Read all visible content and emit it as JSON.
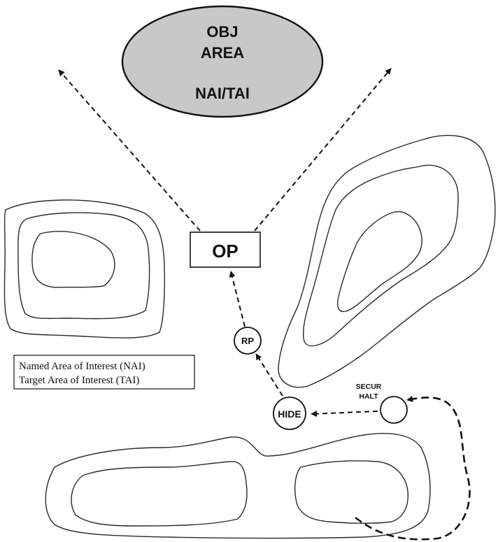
{
  "objective": {
    "line1": "OBJ",
    "line2": "AREA",
    "line3": "NAI/TAI",
    "fill": "#c8c8c8"
  },
  "observation_post": {
    "label": "OP"
  },
  "rally_point": {
    "label": "RP"
  },
  "hide_position": {
    "label": "HIDE"
  },
  "security_halt": {
    "label_line1": "SECUR",
    "label_line2": "HALT"
  },
  "legend": {
    "line1": "Named Area of Interest (NAI)",
    "line2": "Target Area of Interest (TAI)"
  }
}
